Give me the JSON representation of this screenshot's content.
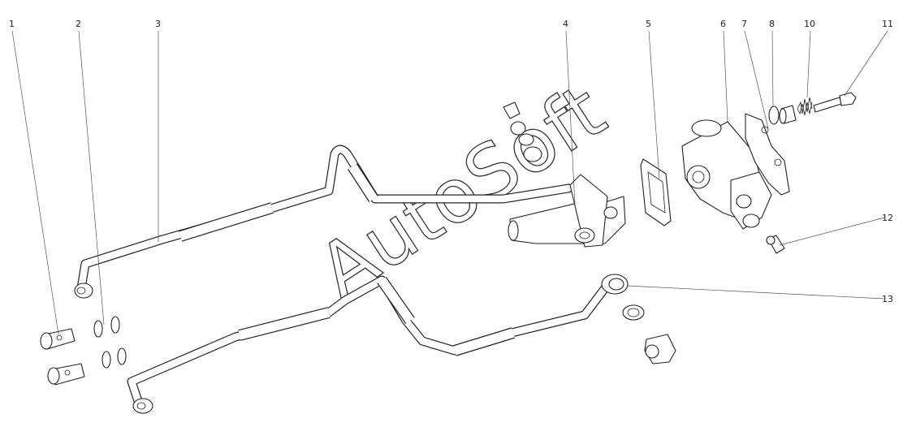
{
  "callouts": [
    {
      "label": "1"
    },
    {
      "label": "2"
    },
    {
      "label": "3"
    },
    {
      "label": "4"
    },
    {
      "label": "5"
    },
    {
      "label": "6"
    },
    {
      "label": "7"
    },
    {
      "label": "8"
    },
    {
      "label": "10"
    },
    {
      "label": "11"
    },
    {
      "label": "12"
    },
    {
      "label": "13"
    }
  ],
  "watermark": {
    "text": "AutoSoft"
  },
  "colors": {
    "line": "#222222",
    "background": "#ffffff"
  }
}
